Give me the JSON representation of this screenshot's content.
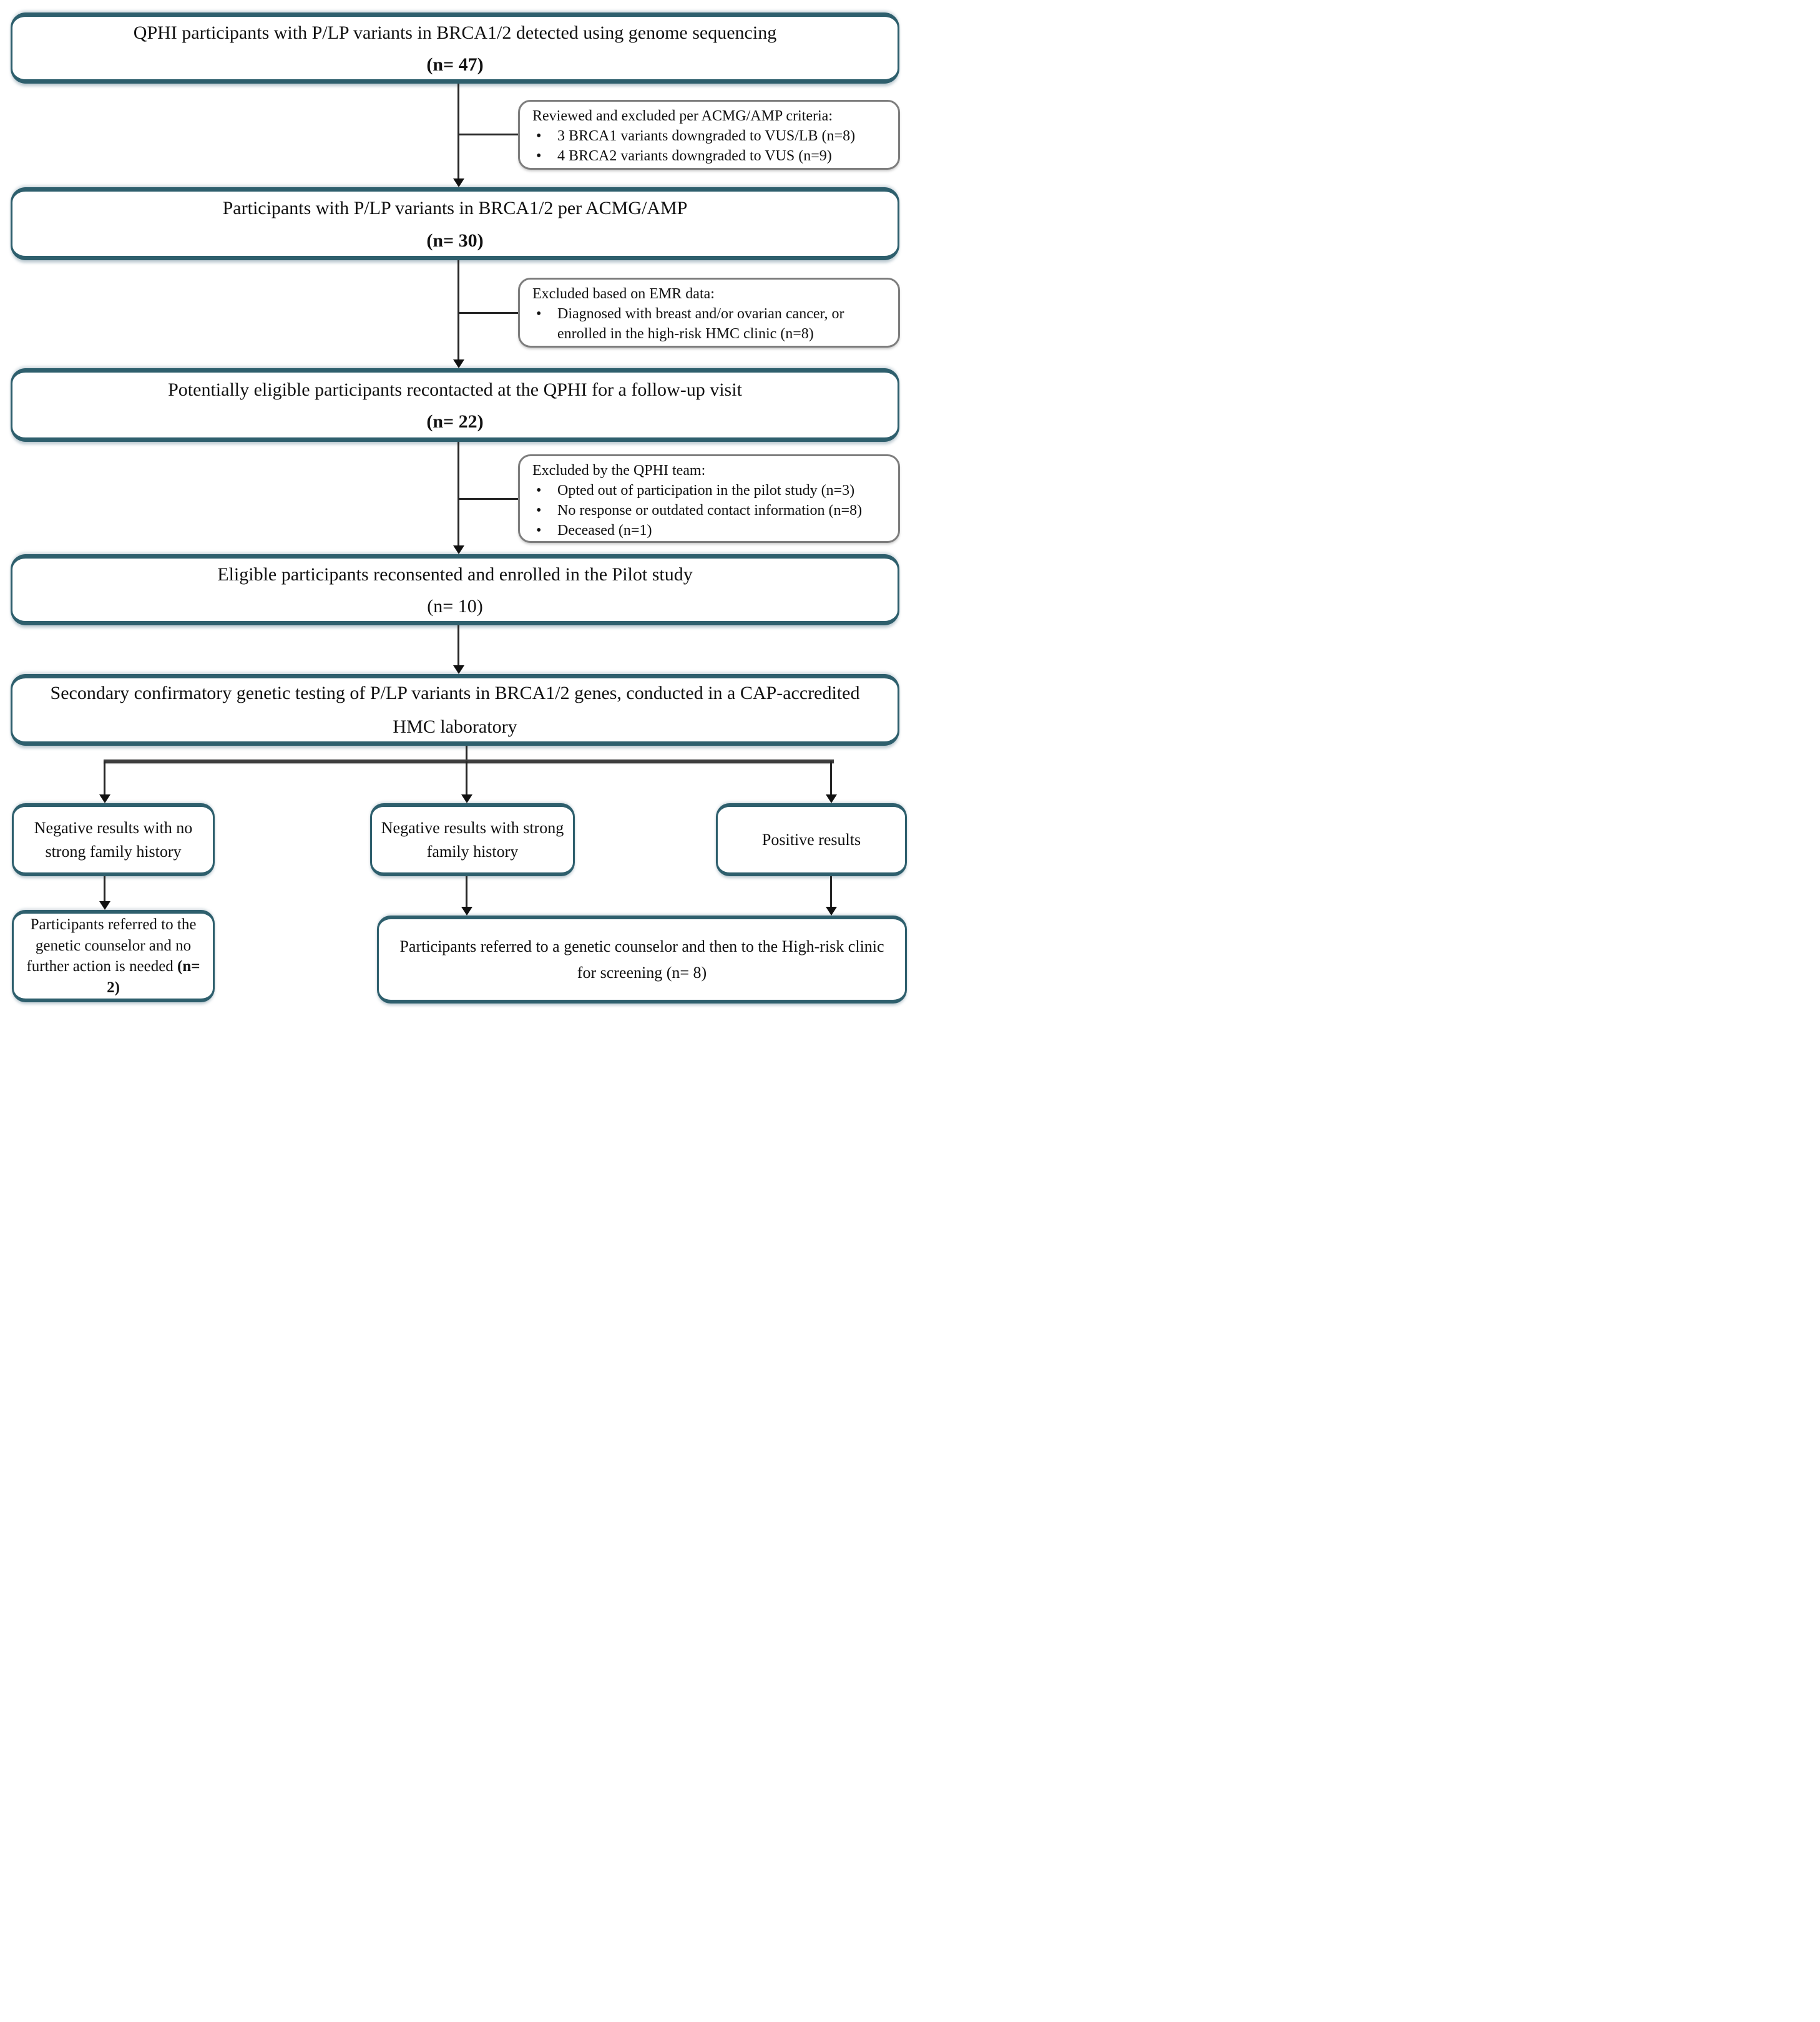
{
  "flow": {
    "bullet_char": "•",
    "colors": {
      "main_box_border": "#2e5f6d",
      "exclusion_box_border": "#7d7d7d",
      "connector_line": "#262626",
      "text": "#111111",
      "background": "#ffffff"
    },
    "steps": [
      {
        "text": "QPHI participants with P/LP variants in BRCA1/2 detected using genome sequencing",
        "n": "(n= 47)"
      },
      {
        "text": "Participants with P/LP variants in BRCA1/2 per ACMG/AMP",
        "n": "(n= 30)"
      },
      {
        "text": "Potentially eligible participants recontacted at the QPHI for a follow-up visit",
        "n": "(n= 22)"
      },
      {
        "text": "Eligible participants reconsented and enrolled in the Pilot study",
        "n": "(n= 10)"
      },
      {
        "text": "Secondary confirmatory genetic testing of P/LP variants in BRCA1/2 genes, conducted in a CAP-accredited HMC laboratory"
      }
    ],
    "exclusions": [
      {
        "title": "Reviewed and excluded per ACMG/AMP criteria:",
        "items": [
          "3 BRCA1 variants downgraded to VUS/LB (n=8)",
          "4 BRCA2 variants downgraded to VUS (n=9)"
        ]
      },
      {
        "title": "Excluded based on EMR data:",
        "items": [
          "Diagnosed with breast and/or ovarian cancer, or enrolled in the high-risk HMC clinic (n=8)"
        ]
      },
      {
        "title": "Excluded by the QPHI team:",
        "items": [
          "Opted out of participation in the pilot study (n=3)",
          "No response or outdated contact information (n=8)",
          "Deceased (n=1)"
        ]
      }
    ],
    "outcomes": [
      {
        "text": "Negative results with no strong family history"
      },
      {
        "text": "Negative results with strong family history"
      },
      {
        "text": "Positive results"
      }
    ],
    "final": [
      {
        "text": "Participants referred to the genetic counselor and no further action is needed ",
        "n": "(n= 2)"
      },
      {
        "text": "Participants referred to a genetic counselor and then to the High-risk clinic for screening (n= 8)"
      }
    ]
  }
}
